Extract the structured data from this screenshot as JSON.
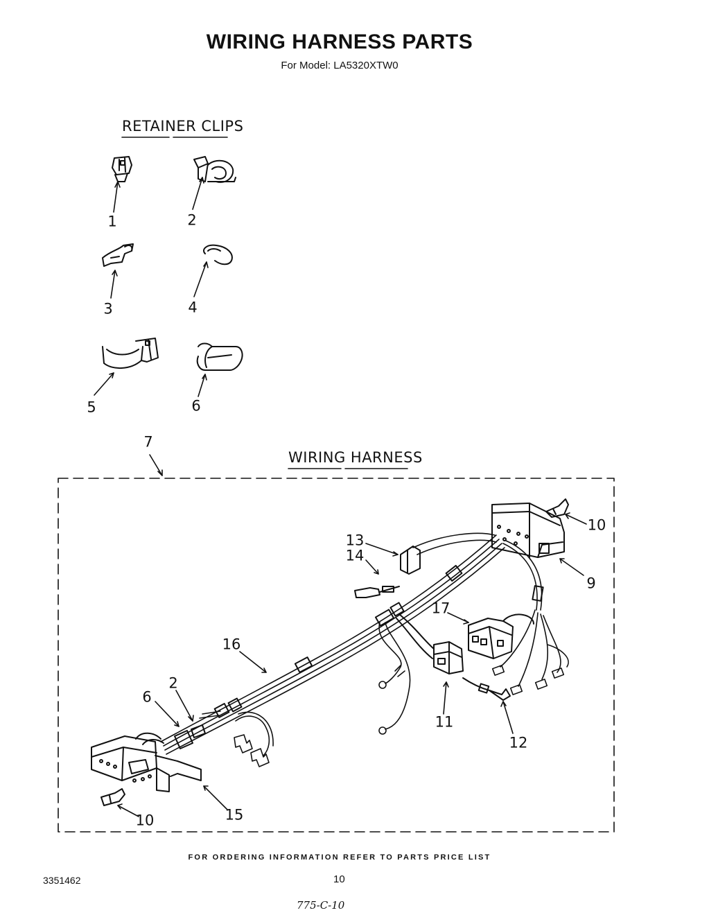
{
  "header": {
    "title": "WIRING HARNESS PARTS",
    "subtitle": "For Model: LA5320XTW0"
  },
  "sections": {
    "retainer_clips": "RETAINER CLIPS",
    "wiring_harness": "WIRING HARNESS"
  },
  "callouts": {
    "c1": "1",
    "c2": "2",
    "c3": "3",
    "c4": "4",
    "c5": "5",
    "c6": "6",
    "c7": "7",
    "c10a": "10",
    "c9": "9",
    "c13": "13",
    "c14": "14",
    "c17": "17",
    "c16": "16",
    "c2b": "2",
    "c6b": "6",
    "c11": "11",
    "c12": "12",
    "c15": "15",
    "c10b": "10"
  },
  "footer": {
    "note": "FOR ORDERING INFORMATION REFER TO PARTS PRICE LIST",
    "doc_number": "3351462",
    "page_number": "10",
    "handwritten": "775-C-10"
  }
}
